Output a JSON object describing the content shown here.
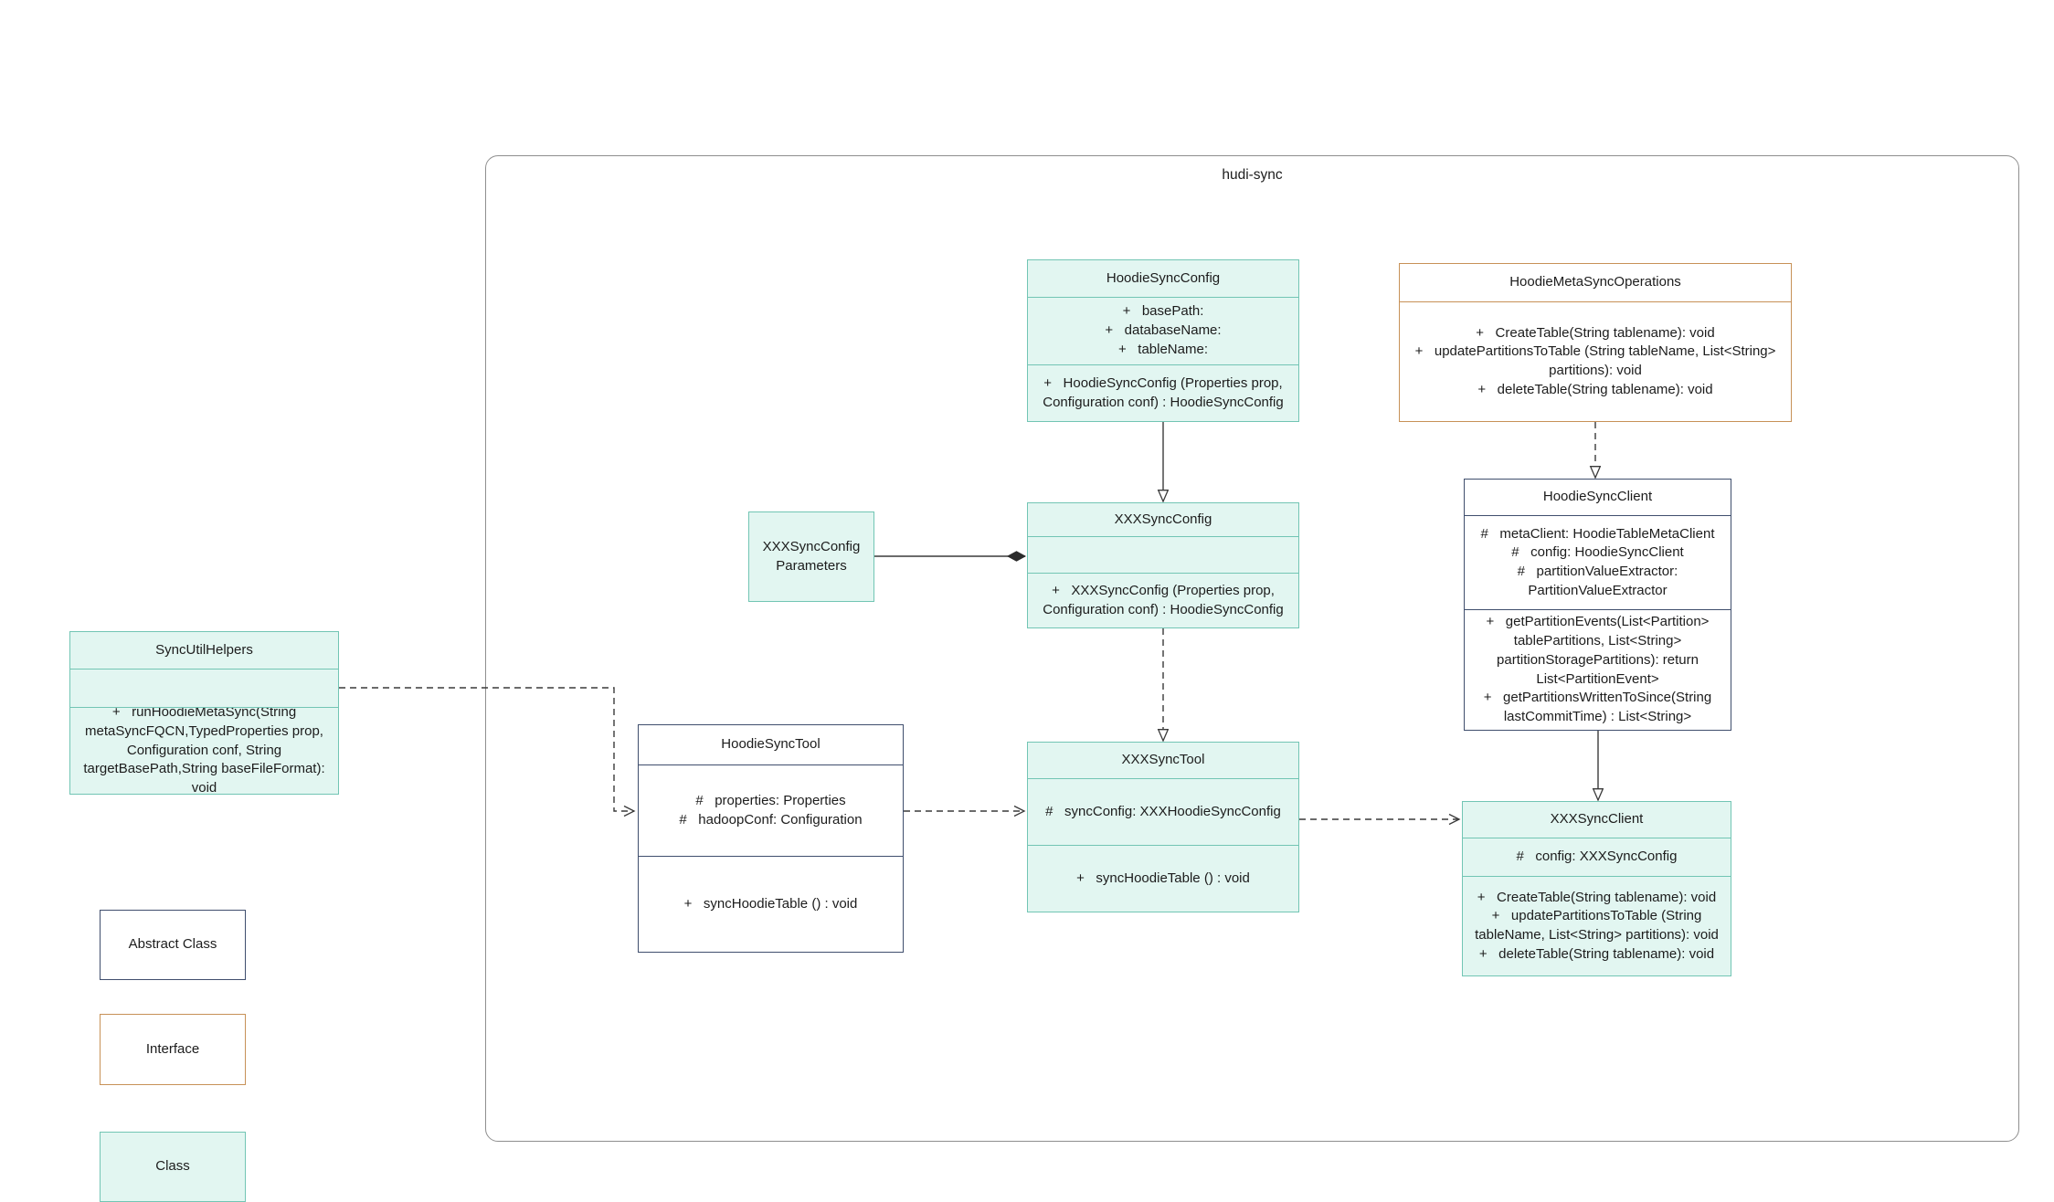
{
  "diagram": {
    "container_label": "hudi-sync",
    "classes": {
      "syncUtilHelpers": {
        "title": "SyncUtilHelpers",
        "methods": [
          "+   runHoodieMetaSync(String metaSyncFQCN,TypedProperties prop, Configuration conf, String targetBasePath,String baseFileFormat): void"
        ]
      },
      "hoodieSyncConfig": {
        "title": "HoodieSyncConfig",
        "attributes": [
          "+   basePath:",
          "+   databaseName:",
          "+   tableName:"
        ],
        "methods": [
          "+   HoodieSyncConfig (Properties prop, Configuration conf) : HoodieSyncConfig"
        ]
      },
      "hoodieMetaSyncOperations": {
        "title": "HoodieMetaSyncOperations",
        "methods": [
          "+   CreateTable(String tablename): void",
          "+   updatePartitionsToTable (String tableName, List<String> partitions): void",
          "+   deleteTable(String tablename): void"
        ]
      },
      "xxxSyncConfigParameters": {
        "title": "XXXSyncConfigParameters"
      },
      "xxxSyncConfig": {
        "title": "XXXSyncConfig",
        "methods": [
          "+   XXXSyncConfig (Properties prop, Configuration conf) : HoodieSyncConfig"
        ]
      },
      "hoodieSyncClient": {
        "title": "HoodieSyncClient",
        "attributes": [
          "#   metaClient: HoodieTableMetaClient",
          "#   config: HoodieSyncClient",
          "#   partitionValueExtractor: PartitionValueExtractor"
        ],
        "methods": [
          "+   getPartitionEvents(List<Partition> tablePartitions, List<String> partitionStoragePartitions): return List<PartitionEvent>",
          "+   getPartitionsWrittenToSince(String lastCommitTime) : List<String>"
        ]
      },
      "hoodieSyncTool": {
        "title": "HoodieSyncTool",
        "attributes": [
          "#   properties: Properties",
          "#   hadoopConf: Configuration"
        ],
        "methods": [
          "+   syncHoodieTable () : void"
        ]
      },
      "xxxSyncTool": {
        "title": "XXXSyncTool",
        "attributes": [
          "#   syncConfig: XXXHoodieSyncConfig"
        ],
        "methods": [
          "+   syncHoodieTable () : void"
        ]
      },
      "xxxSyncClient": {
        "title": "XXXSyncClient",
        "attributes": [
          "#   config: XXXSyncConfig"
        ],
        "methods": [
          "+   CreateTable(String tablename): void",
          "+   updatePartitionsToTable (String tableName, List<String> partitions): void",
          "+   deleteTable(String tablename): void"
        ]
      }
    },
    "legend": {
      "abstract": "Abstract Class",
      "interface": "Interface",
      "class": "Class"
    },
    "colors": {
      "class_fill": "#e2f6f1",
      "class_border": "#72c5b4",
      "abstract_border": "#3f4e6d",
      "interface_border": "#c79157",
      "container_border": "#8f8f8f",
      "arrow": "#3a3a3a"
    }
  }
}
